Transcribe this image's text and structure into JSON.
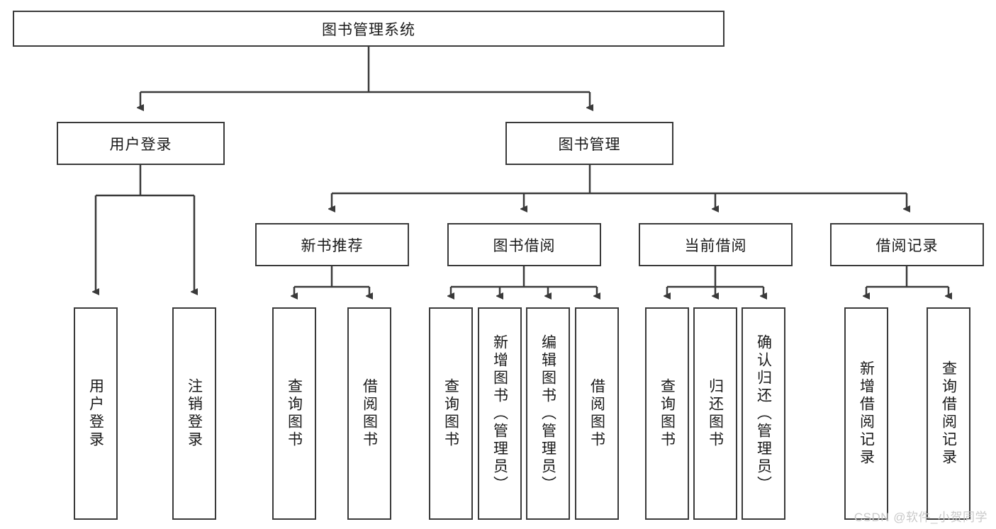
{
  "diagram": {
    "title_node": {
      "id": "root",
      "label": "图书管理系统"
    },
    "level2": [
      {
        "id": "user-login",
        "label": "用户登录"
      },
      {
        "id": "book-manage",
        "label": "图书管理"
      }
    ],
    "level3": [
      {
        "id": "new-book-recommend",
        "label": "新书推荐"
      },
      {
        "id": "book-borrow",
        "label": "图书借阅"
      },
      {
        "id": "current-borrow",
        "label": "当前借阅"
      },
      {
        "id": "borrow-record",
        "label": "借阅记录"
      }
    ],
    "leaves": [
      {
        "id": "leaf-user-login",
        "label": "用户登录",
        "parent": "user-login"
      },
      {
        "id": "leaf-logout-login",
        "label": "注销登录",
        "parent": "user-login"
      },
      {
        "id": "leaf-query-book-1",
        "label": "查询图书",
        "parent": "new-book-recommend"
      },
      {
        "id": "leaf-borrow-book-1",
        "label": "借阅图书",
        "parent": "new-book-recommend"
      },
      {
        "id": "leaf-query-book-2",
        "label": "查询图书",
        "parent": "book-borrow"
      },
      {
        "id": "leaf-add-book",
        "label": "新增图书（管理员）",
        "parent": "book-borrow"
      },
      {
        "id": "leaf-edit-book",
        "label": "编辑图书（管理员）",
        "parent": "book-borrow"
      },
      {
        "id": "leaf-borrow-book-2",
        "label": "借阅图书",
        "parent": "book-borrow"
      },
      {
        "id": "leaf-query-book-3",
        "label": "查询图书",
        "parent": "current-borrow"
      },
      {
        "id": "leaf-return-book",
        "label": "归还图书",
        "parent": "current-borrow"
      },
      {
        "id": "leaf-confirm-return",
        "label": "确认归还（管理员）",
        "parent": "current-borrow"
      },
      {
        "id": "leaf-add-record",
        "label": "新增借阅记录",
        "parent": "borrow-record"
      },
      {
        "id": "leaf-query-record",
        "label": "查询借阅记录",
        "parent": "borrow-record"
      }
    ],
    "colors": {
      "stroke": "#3a3a3a",
      "fill": "#ffffff",
      "text": "#1a1a1a",
      "watermark": "#c9c9c9"
    }
  },
  "watermark": {
    "text": "CSDN @软件_小贺同学"
  }
}
